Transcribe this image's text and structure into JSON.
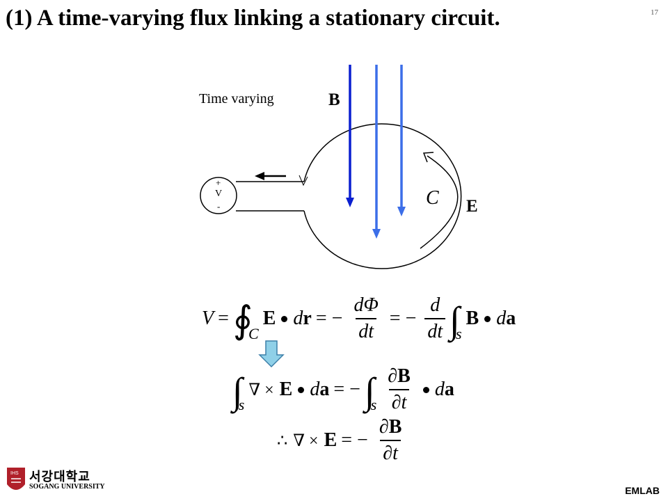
{
  "slide": {
    "title": "(1) A time-varying flux linking a stationary circuit.",
    "page_number": "17",
    "footer_right": "EMLAB",
    "university_name_kr": "서강대학교",
    "university_name_en": "SOGANG UNIVERSITY",
    "seal_text": "IHS"
  },
  "diagram": {
    "time_label": "Time varying",
    "b_label": "B",
    "e_label": "E",
    "curve_label": "C",
    "source_plus": "+",
    "source_v": "V",
    "source_minus": "-"
  },
  "equations": {
    "eq1": {
      "V": "V",
      "eq": "=",
      "int": "∮",
      "sub_c": "C",
      "E": "E",
      "dr_d": "d",
      "dr_r": "r",
      "eq2": "= −",
      "dPhi": "dΦ",
      "dt1": "dt",
      "eq3": "= −",
      "d": "d",
      "dt2": "dt",
      "int2": "∫",
      "sub_s": "s",
      "B": "B",
      "da_d": "d",
      "da_a": "a"
    },
    "eq2": {
      "int": "∫",
      "sub_s": "s",
      "nabla": "∇ ×",
      "E": "E",
      "da_d": "d",
      "da_a": "a",
      "eq": "= −",
      "int2": "∫",
      "sub_s2": "s",
      "pB": "∂B",
      "pt": "∂t",
      "da_d2": "d",
      "da_a2": "a"
    },
    "eq3": {
      "therefore": "∴",
      "nabla": "∇ ×",
      "E": "E",
      "eq": "= −",
      "pB": "∂B",
      "pt": "∂t"
    }
  },
  "colors": {
    "b_field_dark": "#0a1fd0",
    "b_field_light": "#3c6ee8",
    "arrow_fill": "#8fd0e8",
    "arrow_stroke": "#3c7fa8",
    "seal_red": "#b0202a"
  }
}
